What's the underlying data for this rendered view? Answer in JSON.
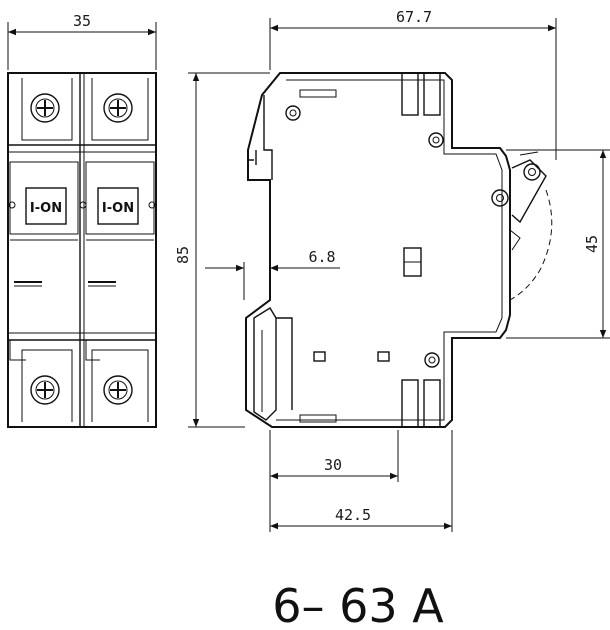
{
  "dimensions": {
    "front_width": "35",
    "side_width": "67.7",
    "height": "85",
    "right_height": "45",
    "rail_offset": "6.8",
    "depth_inner": "30",
    "depth_outer": "42.5"
  },
  "switch_label": "I-ON",
  "caption": "6– 63 A"
}
